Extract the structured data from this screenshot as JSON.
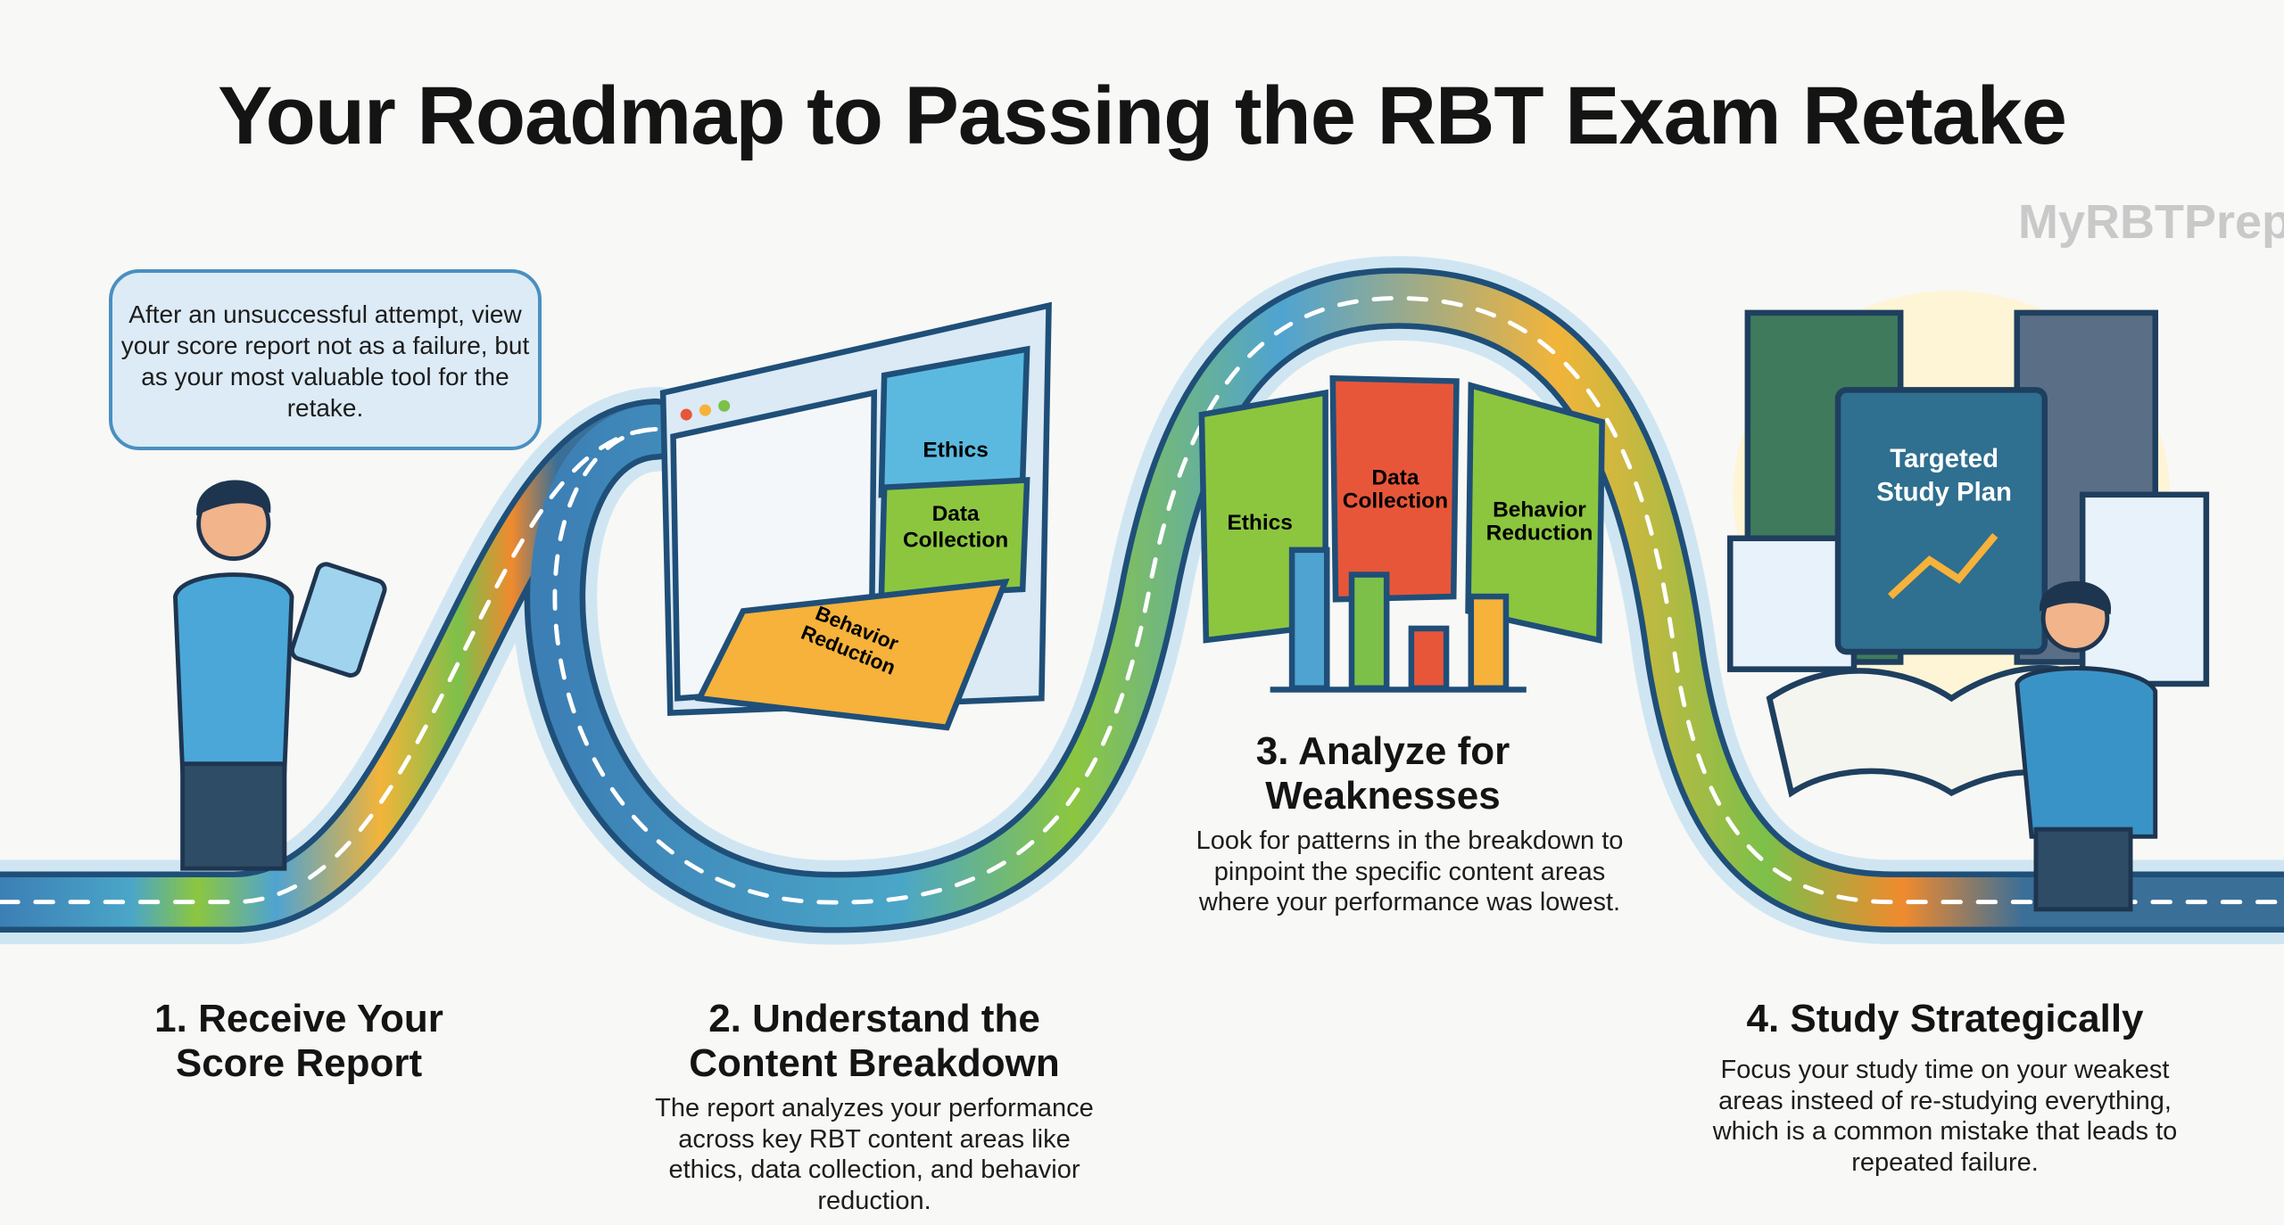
{
  "title": "Your Roadmap to Passing the RBT Exam Retake",
  "watermark": "MyRBTPrep",
  "speech_bubble": "After an unsuccessful attempt, view your score report not as a failure, but as your most valuable tool for the retake.",
  "illustration": {
    "panel_ethics": "Ethics",
    "panel_data_1": "Data",
    "panel_data_2": "Collection",
    "panel_behavior_1": "Behavior",
    "panel_behavior_2": "Reduction",
    "chart_ethics": "Ethics",
    "chart_data_1": "Data",
    "chart_data_2": "Collection",
    "chart_behavior_1": "Behavior",
    "chart_behavior_2": "Reduction",
    "book_1": "Targeted",
    "book_2": "Study Plan"
  },
  "colors": {
    "road": "#2f6f9e",
    "green": "#7cc04a",
    "orange": "#f39a2d",
    "red": "#e8563a",
    "blue": "#3fa3d6"
  },
  "steps": [
    {
      "title": "1. Receive Your\nScore Report",
      "body": ""
    },
    {
      "title": "2. Understand the\nContent Breakdown",
      "body": "The report analyzes your performance across key RBT content areas like ethics, data collection, and behavior reduction."
    },
    {
      "title": "3. Analyze for\nWeaknesses",
      "body": "Look for patterns in the breakdown to pinpoint the specific content areas where your performance was lowest."
    },
    {
      "title": "4. Study Strategically",
      "body": "Focus your study time on your weakest areas insteed of re-studying everything, which is a common mistake that leads to repeated failure."
    }
  ]
}
